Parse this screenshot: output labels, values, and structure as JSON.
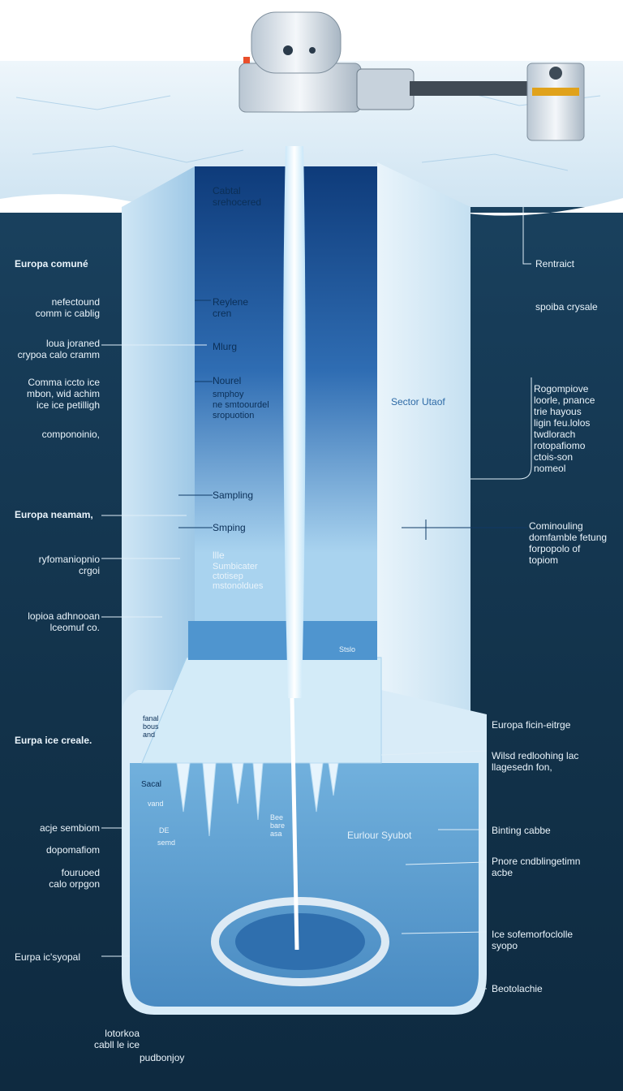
{
  "labels": {
    "europa_comune": "Europa comuné",
    "nefectound": "nefectound\ncomm ic cablig",
    "loua_joraned": "loua joraned\ncrypoa calo cramm",
    "comma_iccto": "Comma iccto ice\nmbon, wid achim\nice ice petilligh",
    "componoinio": "componoinio,",
    "europa_neamam": "Europa neamam,",
    "ryfomaniopnio": "ryfomaniopnio\ncrgoi",
    "iopioa_adhnooan": "lopioa adhnooan\nlceomuf co.",
    "europa_ice_creale": "Eurpa ice creale.",
    "acje_sembiom": "acje sembiom",
    "dopomafiom": "dopomafiom",
    "fouruoed": "fouruoed\ncalo orpgon",
    "europa_icesyopal": "Eurpa ic'syopal",
    "lotorkoa": "lotorkoa\ncabll le ice",
    "pudbonjoy": "pudbonjoy",
    "rentraict": "Rentraict",
    "spoiba_crysale": "spoiba crysale",
    "rogompilove": "Rogompiove\nloorle, pnance\ntrie hayous\nligin feu.lolos\ntwdlorach\nrotopafiomo\nctois-son\nnomeol",
    "comminouling": "Cominouling\ndomfamble fetung\nforpopolo of\ntopiom",
    "europa_ficin": "Europa ficin-eitrge",
    "wilsd_redlooh": "Wilsd redloohing lac\nllagesedn fon,",
    "binting_cabbe": "Binting cabbe",
    "pnore_cnd": "Pnore cndblingetimn\nacbe",
    "ice_sofemor": "Ice sofemorfoclolle\nsyopo",
    "beotolachie": "Beotolachie",
    "cabtal": "Cabtal\nsrehocered",
    "reylene": "Reylene\ncren",
    "mlurg": "Mlurg",
    "nourel": "Nourel",
    "smphoy": "smphoy\nne smtoourdel\nsropuotion",
    "sampling": "Sampling",
    "smping": "Smping",
    "ille": "llle",
    "sumbicater": "Sumbicater\nctotisep\nmstonoldues",
    "sector_utaof": "Sector Utaof",
    "stello": "Stslo",
    "eurlour_syubot": "Eurlour Syubot",
    "sacal": "Sacal",
    "vand": "vand",
    "de": "DE",
    "semd": "semd",
    "bee_bare": "Bee\nbare\nasa",
    "fanal": "fanal\nbous\nand"
  }
}
